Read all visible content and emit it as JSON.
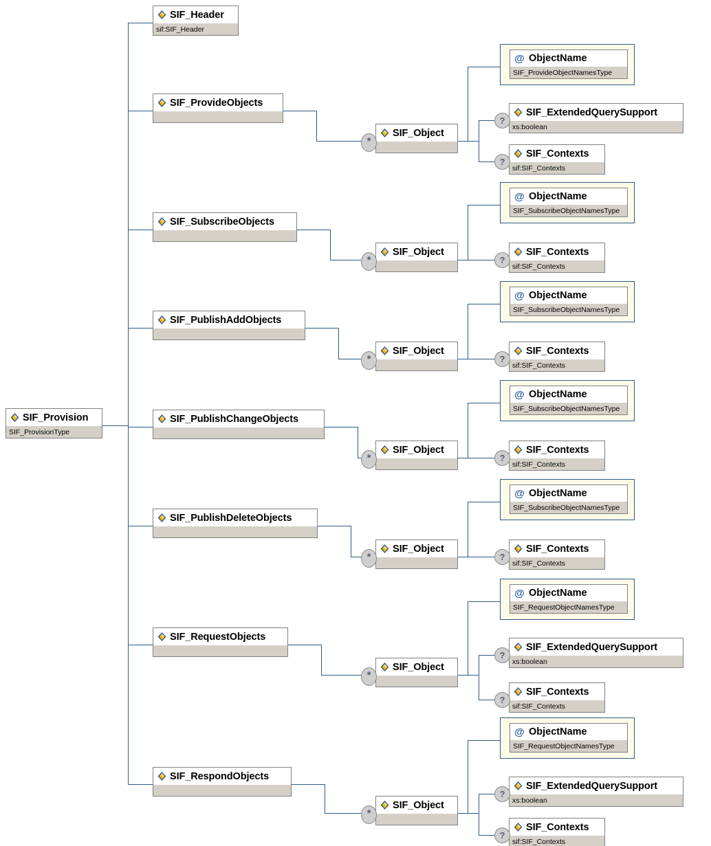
{
  "diagram": {
    "kind": "xsd-element-tree",
    "root": {
      "label": "SIF_Provision",
      "type": "SIF_ProvisionType",
      "icon": "xsd-element-icon"
    },
    "colors": {
      "line": "#2e5a87",
      "node_border": "#808080",
      "node_type_bg": "#d4d0c8",
      "node_title_bg": "#ffffff",
      "attr_frame": "#2e5a87",
      "attr_frame_bg": "#fbfbe8",
      "badge_bg": "#cfcfcf",
      "attr_icon": "#2a5d9e"
    },
    "badges": {
      "optional": "?",
      "repeat": "*"
    },
    "icons": {
      "element": "xsd-element-icon",
      "attribute": "@"
    },
    "children": [
      {
        "label": "SIF_Header",
        "type": "sif:SIF_Header",
        "has_type": true,
        "children": []
      },
      {
        "label": "SIF_ProvideObjects",
        "type": "",
        "has_type": false,
        "object": {
          "label": "SIF_Object",
          "type": "",
          "badge": "*",
          "children": [
            {
              "kind": "attribute",
              "label": "ObjectName",
              "type": "SIF_ProvideObjectNamesType",
              "badge": ""
            },
            {
              "kind": "element",
              "label": "SIF_ExtendedQuerySupport",
              "type": "xs:boolean",
              "badge": "?"
            },
            {
              "kind": "element",
              "label": "SIF_Contexts",
              "type": "sif:SIF_Contexts",
              "badge": "?"
            }
          ]
        }
      },
      {
        "label": "SIF_SubscribeObjects",
        "type": "",
        "has_type": false,
        "object": {
          "label": "SIF_Object",
          "type": "",
          "badge": "*",
          "children": [
            {
              "kind": "attribute",
              "label": "ObjectName",
              "type": "SIF_SubscribeObjectNamesType",
              "badge": ""
            },
            {
              "kind": "element",
              "label": "SIF_Contexts",
              "type": "sif:SIF_Contexts",
              "badge": "?"
            }
          ]
        }
      },
      {
        "label": "SIF_PublishAddObjects",
        "type": "",
        "has_type": false,
        "object": {
          "label": "SIF_Object",
          "type": "",
          "badge": "*",
          "children": [
            {
              "kind": "attribute",
              "label": "ObjectName",
              "type": "SIF_SubscribeObjectNamesType",
              "badge": ""
            },
            {
              "kind": "element",
              "label": "SIF_Contexts",
              "type": "sif:SIF_Contexts",
              "badge": "?"
            }
          ]
        }
      },
      {
        "label": "SIF_PublishChangeObjects",
        "type": "",
        "has_type": false,
        "object": {
          "label": "SIF_Object",
          "type": "",
          "badge": "*",
          "children": [
            {
              "kind": "attribute",
              "label": "ObjectName",
              "type": "SIF_SubscribeObjectNamesType",
              "badge": ""
            },
            {
              "kind": "element",
              "label": "SIF_Contexts",
              "type": "sif:SIF_Contexts",
              "badge": "?"
            }
          ]
        }
      },
      {
        "label": "SIF_PublishDeleteObjects",
        "type": "",
        "has_type": false,
        "object": {
          "label": "SIF_Object",
          "type": "",
          "badge": "*",
          "children": [
            {
              "kind": "attribute",
              "label": "ObjectName",
              "type": "SIF_SubscribeObjectNamesType",
              "badge": ""
            },
            {
              "kind": "element",
              "label": "SIF_Contexts",
              "type": "sif:SIF_Contexts",
              "badge": "?"
            }
          ]
        }
      },
      {
        "label": "SIF_RequestObjects",
        "type": "",
        "has_type": false,
        "object": {
          "label": "SIF_Object",
          "type": "",
          "badge": "*",
          "children": [
            {
              "kind": "attribute",
              "label": "ObjectName",
              "type": "SIF_RequestObjectNamesType",
              "badge": ""
            },
            {
              "kind": "element",
              "label": "SIF_ExtendedQuerySupport",
              "type": "xs:boolean",
              "badge": "?"
            },
            {
              "kind": "element",
              "label": "SIF_Contexts",
              "type": "sif:SIF_Contexts",
              "badge": "?"
            }
          ]
        }
      },
      {
        "label": "SIF_RespondObjects",
        "type": "",
        "has_type": false,
        "object": {
          "label": "SIF_Object",
          "type": "",
          "badge": "*",
          "children": [
            {
              "kind": "attribute",
              "label": "ObjectName",
              "type": "SIF_RequestObjectNamesType",
              "badge": ""
            },
            {
              "kind": "element",
              "label": "SIF_ExtendedQuerySupport",
              "type": "xs:boolean",
              "badge": "?"
            },
            {
              "kind": "element",
              "label": "SIF_Contexts",
              "type": "sif:SIF_Contexts",
              "badge": "?"
            }
          ]
        }
      }
    ]
  }
}
